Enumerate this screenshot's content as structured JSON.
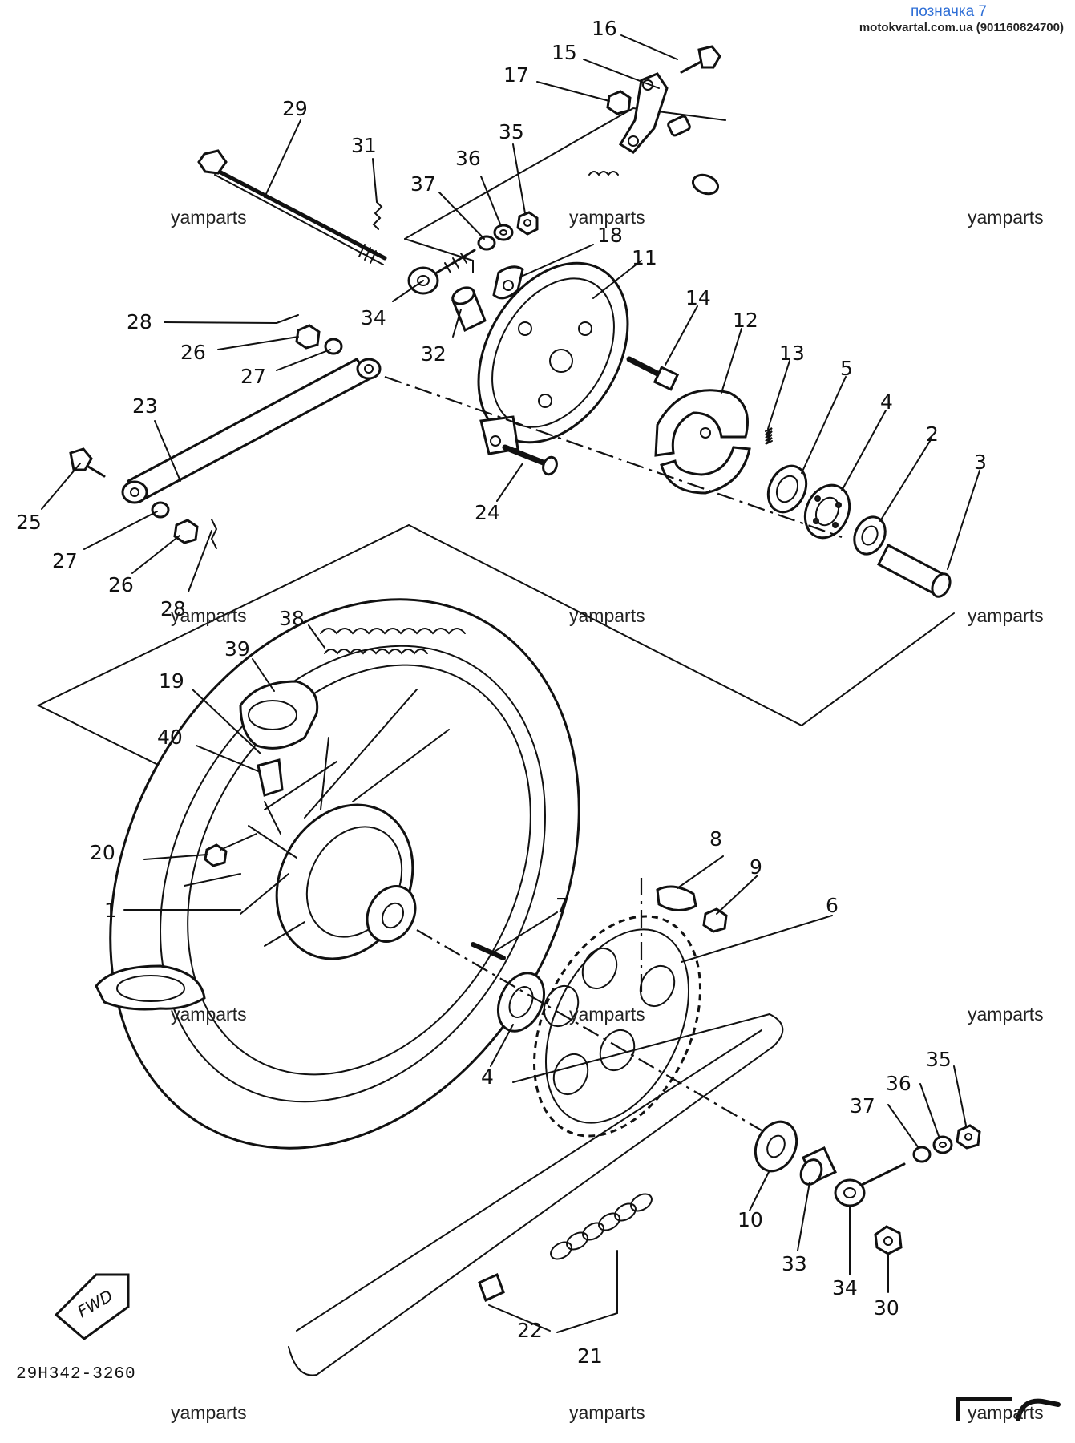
{
  "header": {
    "title": "позначка 7",
    "subtitle": "motokvartal.com.ua (901160824700)"
  },
  "diagram_code": "29H342-3260",
  "fwd_label": "FWD",
  "watermark": "yamparts",
  "part_labels": {
    "p1": "1",
    "p2": "2",
    "p3": "3",
    "p4a": "4",
    "p4b": "4",
    "p5": "5",
    "p6": "6",
    "p7": "7",
    "p8": "8",
    "p9": "9",
    "p10": "10",
    "p11": "11",
    "p12": "12",
    "p13": "13",
    "p14": "14",
    "p15": "15",
    "p16": "16",
    "p17": "17",
    "p18": "18",
    "p19": "19",
    "p20": "20",
    "p21": "21",
    "p22": "22",
    "p23": "23",
    "p24": "24",
    "p25": "25",
    "p26a": "26",
    "p26b": "26",
    "p27a": "27",
    "p27b": "27",
    "p28a": "28",
    "p28b": "28",
    "p29": "29",
    "p30": "30",
    "p31": "31",
    "p32": "32",
    "p33": "33",
    "p34a": "34",
    "p34b": "34",
    "p35a": "35",
    "p35b": "35",
    "p36a": "36",
    "p36b": "36",
    "p37a": "37",
    "p37b": "37",
    "p38": "38",
    "p39": "39",
    "p40": "40"
  }
}
